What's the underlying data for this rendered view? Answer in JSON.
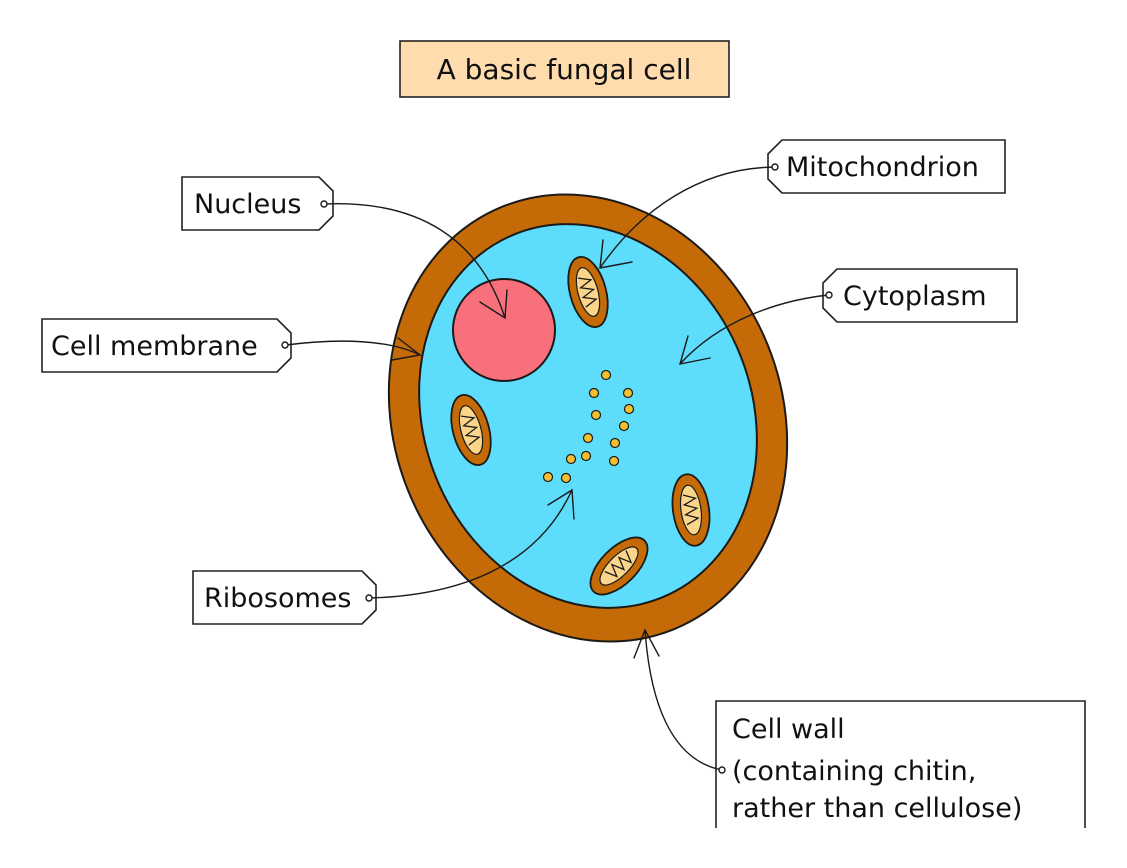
{
  "title": "A basic fungal cell",
  "labels": {
    "nucleus": "Nucleus",
    "mitochondrion": "Mitochondrion",
    "cytoplasm": "Cytoplasm",
    "cell_membrane": "Cell membrane",
    "ribosomes": "Ribosomes",
    "cell_wall_line1": "Cell wall",
    "cell_wall_line2": "(containing chitin,",
    "cell_wall_line3": "rather than cellulose)"
  },
  "colors": {
    "title_box": "#FFDCAE",
    "cell_wall": "#C46A06",
    "cytoplasm": "#5EDCFB",
    "nucleus": "#F8707C",
    "mitochondrion": "#C46A06",
    "cristae": "#FBD68A",
    "ribosome": "#F5C030"
  }
}
